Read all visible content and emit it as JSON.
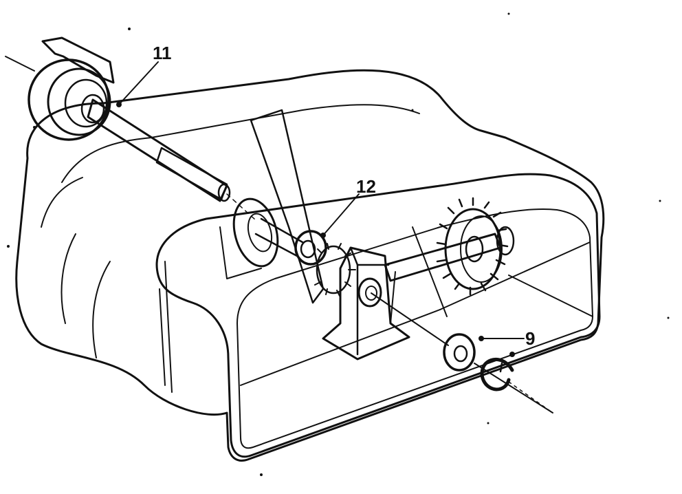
{
  "labels": {
    "part_11": "11",
    "part_12": "12",
    "part_9": "9"
  },
  "colors": {
    "ink": "#111111",
    "paper": "#ffffff"
  }
}
